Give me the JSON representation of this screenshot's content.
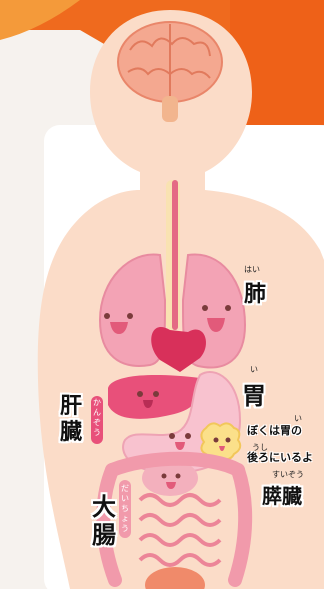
{
  "labels": {
    "lungs": {
      "kanji": "肺",
      "ruby": "はい"
    },
    "stomach": {
      "kanji": "胃",
      "ruby": "い"
    },
    "liver": {
      "kanji": "肝臓",
      "ruby": "かんぞう"
    },
    "pancreas": {
      "kanji": "膵臓",
      "ruby": "すいぞう"
    },
    "large_intestine": {
      "kanji": "大腸",
      "ruby": "だいちょう"
    }
  },
  "pancreas_note": {
    "line1": "ぼくは胃の",
    "line1_ruby": "い",
    "line2": "後ろにいるよ",
    "line2_ruby": "うし"
  },
  "colors": {
    "background_orange": "#ef6a1e",
    "body_skin": "#fbdcc8",
    "lung_pink": "#f3a3b5",
    "heart_red": "#d8305a",
    "liver_pink": "#e8507a",
    "stomach_pink": "#f8c2cf",
    "pancreas_yellow": "#fbe08a",
    "intestine_pink": "#f19aab"
  }
}
